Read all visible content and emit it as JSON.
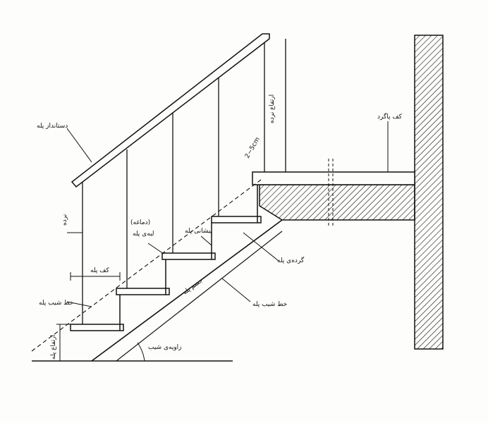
{
  "labels": {
    "handrail": "دستانداز پله",
    "guard": "نرده",
    "landing_floor": "کف پاگرد",
    "railing_height": "ارتفاع نرده",
    "tread_depth": "کف پله",
    "riser_height": "ارتفاع پله",
    "walking_line": "خط شیب پله",
    "stair_body": "جسم پله",
    "stringer": "گرده‌ی پله",
    "nosing": "پیشانی پله",
    "tread_lip": "لبه‌ی پله",
    "tread_lip_alt": "(دماغه)",
    "slope_line": "خط شیب پله",
    "slope_angle": "زاویه‌ی شیب",
    "nosing_range": "2~5cm"
  },
  "colors": {
    "ink": "#111111",
    "paper": "#fdfdfb"
  }
}
